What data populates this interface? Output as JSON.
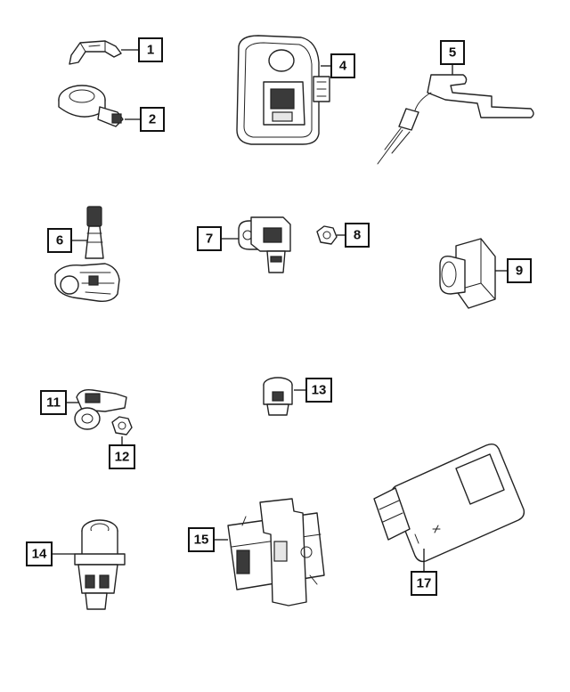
{
  "callouts": [
    {
      "id": "1",
      "label": "1"
    },
    {
      "id": "2",
      "label": "2"
    },
    {
      "id": "4",
      "label": "4"
    },
    {
      "id": "5",
      "label": "5"
    },
    {
      "id": "6",
      "label": "6"
    },
    {
      "id": "7",
      "label": "7"
    },
    {
      "id": "8",
      "label": "8"
    },
    {
      "id": "9",
      "label": "9"
    },
    {
      "id": "11",
      "label": "11"
    },
    {
      "id": "12",
      "label": "12"
    },
    {
      "id": "13",
      "label": "13"
    },
    {
      "id": "14",
      "label": "14"
    },
    {
      "id": "15",
      "label": "15"
    },
    {
      "id": "17",
      "label": "17"
    }
  ],
  "colors": {
    "line": "#111111",
    "background": "#ffffff"
  }
}
